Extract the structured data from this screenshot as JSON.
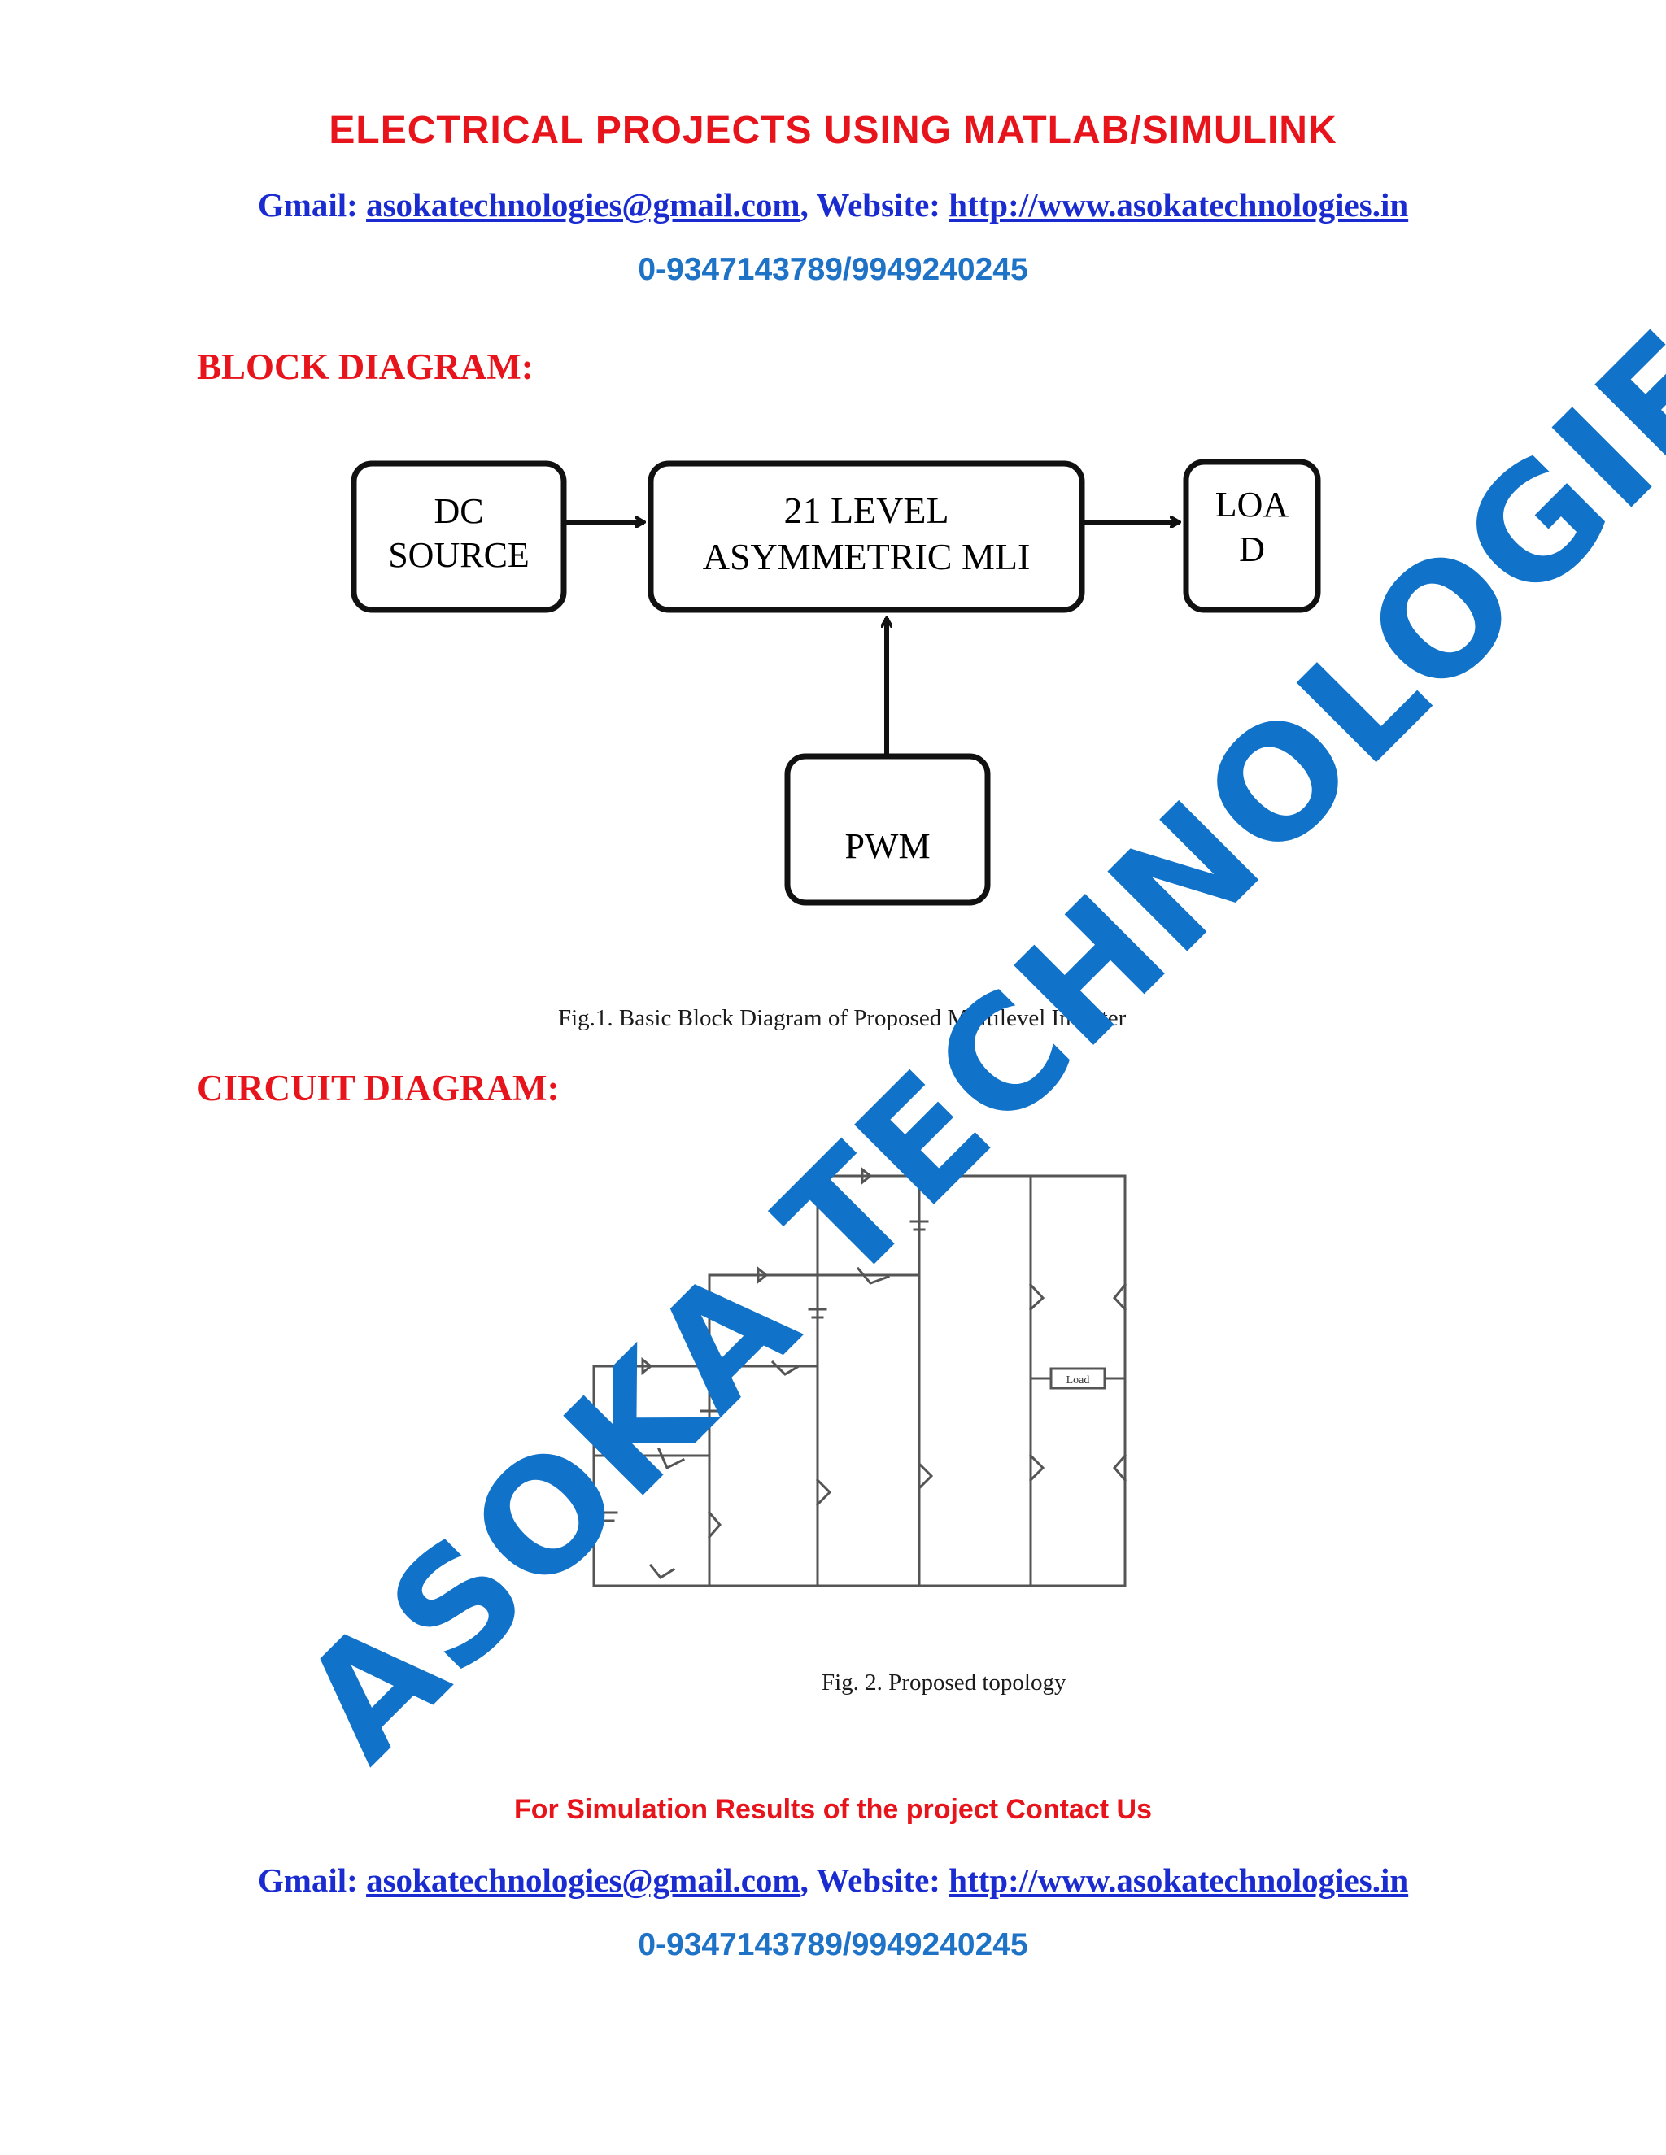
{
  "header": {
    "title": "ELECTRICAL PROJECTS USING MATLAB/SIMULINK",
    "gmail_label": "Gmail: ",
    "email": "asokatechnologies@gmail.com",
    "separator": ", ",
    "website_label": "Website: ",
    "website": "http://www.asokatechnologies.in",
    "phone": "0-9347143789/9949240245"
  },
  "block_diagram": {
    "heading": "BLOCK DIAGRAM:",
    "blocks": {
      "dc_source": [
        "DC",
        "SOURCE"
      ],
      "mli": [
        "21 LEVEL",
        "ASYMMETRIC MLI"
      ],
      "load": [
        "LOA",
        "D"
      ],
      "pwm": "PWM"
    },
    "caption": "Fig.1. Basic Block Diagram of Proposed Multilevel Inverter"
  },
  "circuit_diagram": {
    "heading": "CIRCUIT DIAGRAM:",
    "load_label": "Load",
    "caption": "Fig. 2. Proposed topology"
  },
  "footer": {
    "contact_us": "For Simulation Results of the project Contact Us",
    "gmail_label": "Gmail: ",
    "email": "asokatechnologies@gmail.com",
    "separator": ", ",
    "website_label": "Website: ",
    "website": "http://www.asokatechnologies.in",
    "phone": "0-9347143789/9949240245"
  },
  "watermark": {
    "text": "ASOKA TECHNOLOGIES",
    "color": "#1172c9"
  },
  "colors": {
    "title_red": "#e8141c",
    "contact_blue": "#1a2bd0",
    "phone_blue": "#1f73c7"
  }
}
